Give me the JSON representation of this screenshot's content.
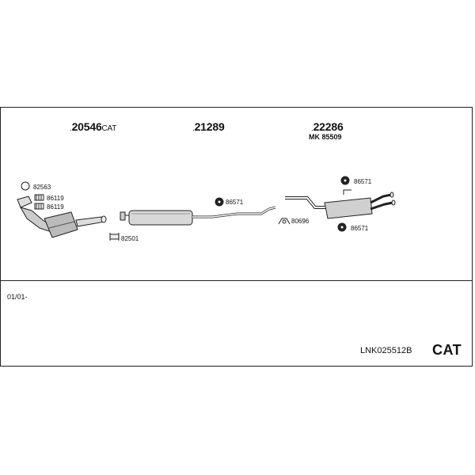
{
  "parts": {
    "front": {
      "number": "20546",
      "suffix": "CAT"
    },
    "middle": {
      "number": "21289"
    },
    "rear": {
      "number": "22286",
      "mk": "MK  85509"
    }
  },
  "labels": {
    "l82563": "82563",
    "l86119a": "86119",
    "l86119b": "86119",
    "l82501": "82501",
    "l86571a": "86571",
    "l80696": "80696",
    "l86571b": "86571",
    "l86571c": "86571"
  },
  "footer": {
    "date": "01/01-",
    "code": "LNK025512B",
    "cat": "CAT"
  }
}
